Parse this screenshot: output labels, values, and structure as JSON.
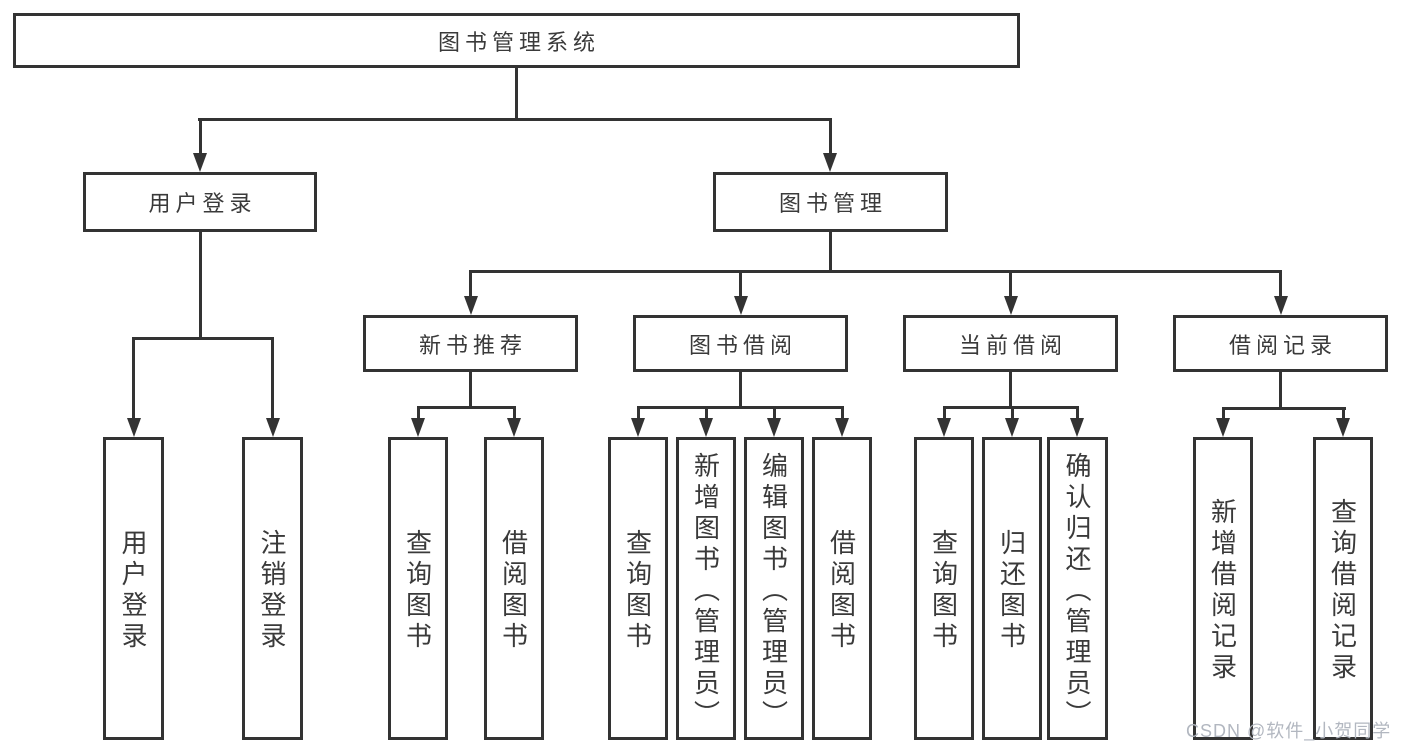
{
  "colors": {
    "line": "#333333",
    "text": "#3a3a3a",
    "background": "#ffffff",
    "watermark": "#b2b7c0"
  },
  "tree": {
    "root": {
      "label": "图书管理系统"
    },
    "level2": [
      {
        "id": "user-login",
        "label": "用户登录"
      },
      {
        "id": "book-management",
        "label": "图书管理"
      }
    ],
    "level3": [
      {
        "id": "new-book-recommend",
        "label": "新书推荐"
      },
      {
        "id": "book-borrowing",
        "label": "图书借阅"
      },
      {
        "id": "current-borrowing",
        "label": "当前借阅"
      },
      {
        "id": "borrowing-records",
        "label": "借阅记录"
      }
    ],
    "leaves": {
      "user_login": [
        {
          "label": "用户登录"
        },
        {
          "label": "注销登录"
        }
      ],
      "new_book": [
        {
          "label": "查询图书"
        },
        {
          "label": "借阅图书"
        }
      ],
      "book_borrowing": [
        {
          "label": "查询图书"
        },
        {
          "label": "新增图书（管理员）"
        },
        {
          "label": "编辑图书（管理员）"
        },
        {
          "label": "借阅图书"
        }
      ],
      "current_borrowing": [
        {
          "label": "查询图书"
        },
        {
          "label": "归还图书"
        },
        {
          "label": "确认归还（管理员）"
        }
      ],
      "borrowing_records": [
        {
          "label": "新增借阅记录"
        },
        {
          "label": "查询借阅记录"
        }
      ]
    }
  },
  "watermark": {
    "text": "CSDN @软件_小贺同学"
  }
}
